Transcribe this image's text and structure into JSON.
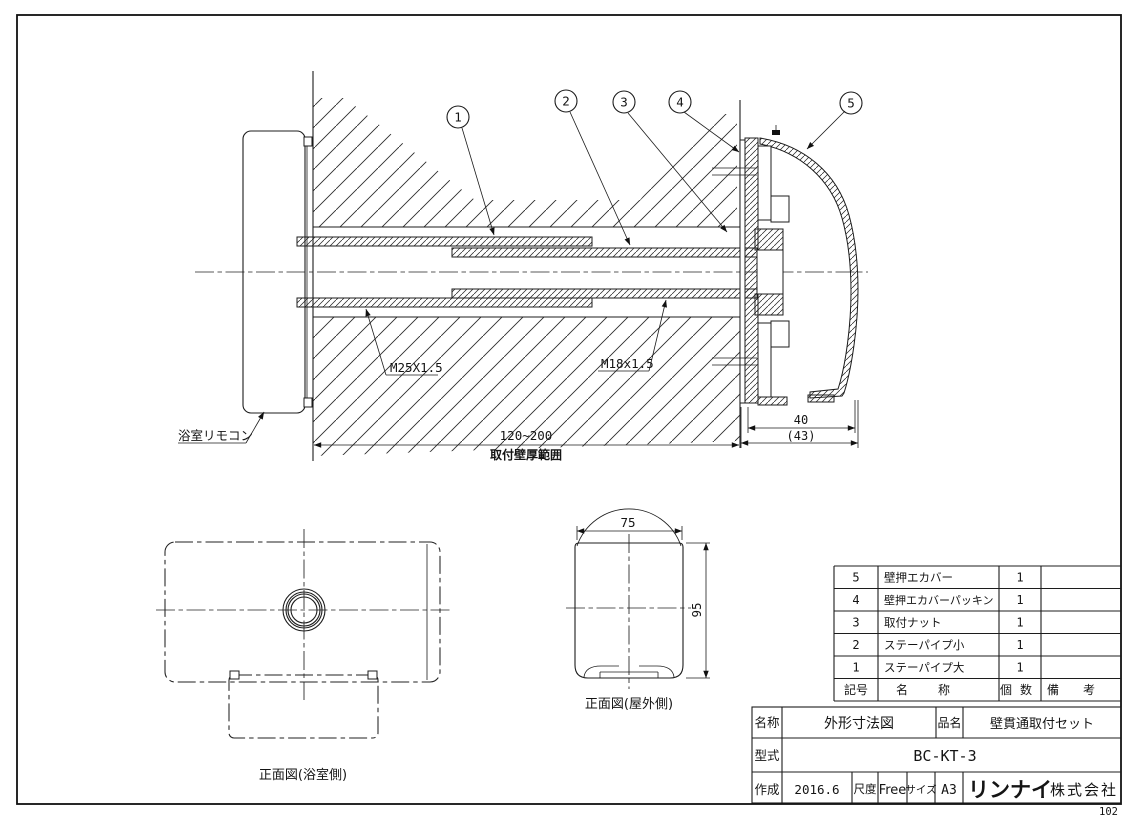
{
  "drawing": {
    "callouts": [
      "1",
      "2",
      "3",
      "4",
      "5"
    ],
    "labels": {
      "bath_remote": "浴室リモコン",
      "thread_large": "M25X1.5",
      "thread_small": "M18x1.5",
      "wall_range_dim": "120~200",
      "wall_range_caption": "取付壁厚範囲",
      "cover_depth_dim": "40",
      "cover_depth_ref": "(43)",
      "front_width_dim": "75",
      "front_height_dim": "95",
      "front_view_bath_caption": "正面図(浴室側)",
      "front_view_outdoor_caption": "正面図(屋外側)"
    }
  },
  "parts_table": {
    "header": {
      "symbol": "記号",
      "name": "名称",
      "qty": "個数",
      "remarks": "備考"
    },
    "rows": [
      {
        "symbol": "5",
        "name": "壁押エカバー",
        "qty": "1",
        "remarks": ""
      },
      {
        "symbol": "4",
        "name": "壁押エカバーパッキン",
        "qty": "1",
        "remarks": ""
      },
      {
        "symbol": "3",
        "name": "取付ナット",
        "qty": "1",
        "remarks": ""
      },
      {
        "symbol": "2",
        "name": "ステーパイプ小",
        "qty": "1",
        "remarks": ""
      },
      {
        "symbol": "1",
        "name": "ステーパイプ大",
        "qty": "1",
        "remarks": ""
      }
    ]
  },
  "title_block": {
    "name_label": "名称",
    "name_value": "外形寸法図",
    "product_label": "品名",
    "product_value": "壁貫通取付セット",
    "model_label": "型式",
    "model_value": "BC-KT-3",
    "created_label": "作成",
    "created_value": "2016.6",
    "scale_label": "尺度",
    "scale_value": "Free",
    "size_label": "サイズ",
    "size_value": "A3",
    "company_logo": "リンナイ",
    "company_suffix": "株式会社"
  },
  "page": {
    "number": "102"
  }
}
